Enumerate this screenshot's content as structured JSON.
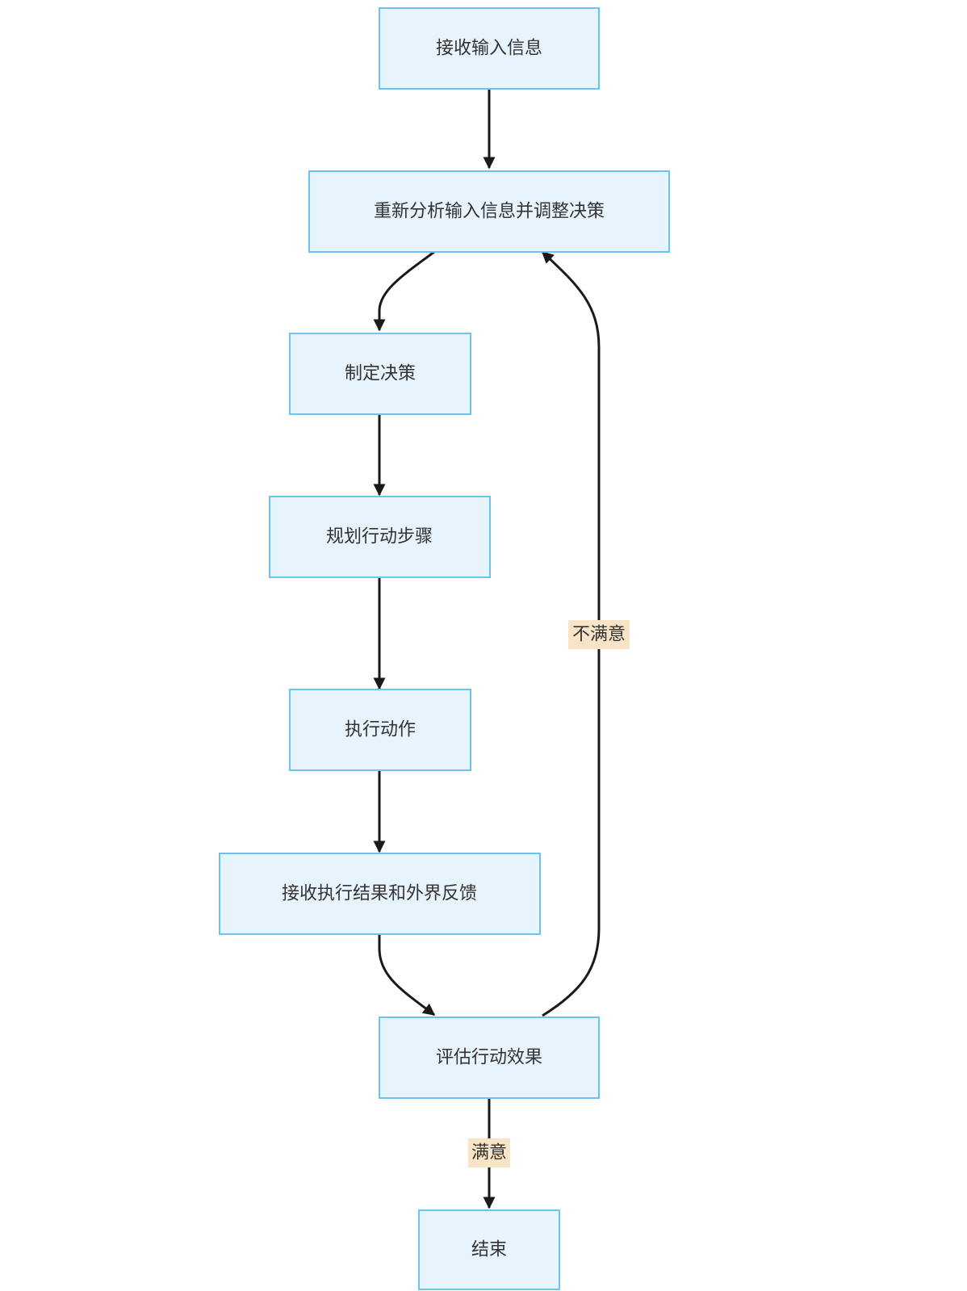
{
  "nodes": {
    "receive_input": "接收输入信息",
    "reanalyze": "重新分析输入信息并调整决策",
    "make_decision": "制定决策",
    "plan_steps": "规划行动步骤",
    "execute": "执行动作",
    "receive_feedback": "接收执行结果和外界反馈",
    "evaluate": "评估行动效果",
    "end": "结束"
  },
  "edge_labels": {
    "unsatisfied": "不满意",
    "satisfied": "满意"
  },
  "colors": {
    "node_fill": "#e8f4fd",
    "node_border": "#6cc3ee",
    "edge": "#1a1a1a",
    "label_bg": "#f9e4c7"
  }
}
